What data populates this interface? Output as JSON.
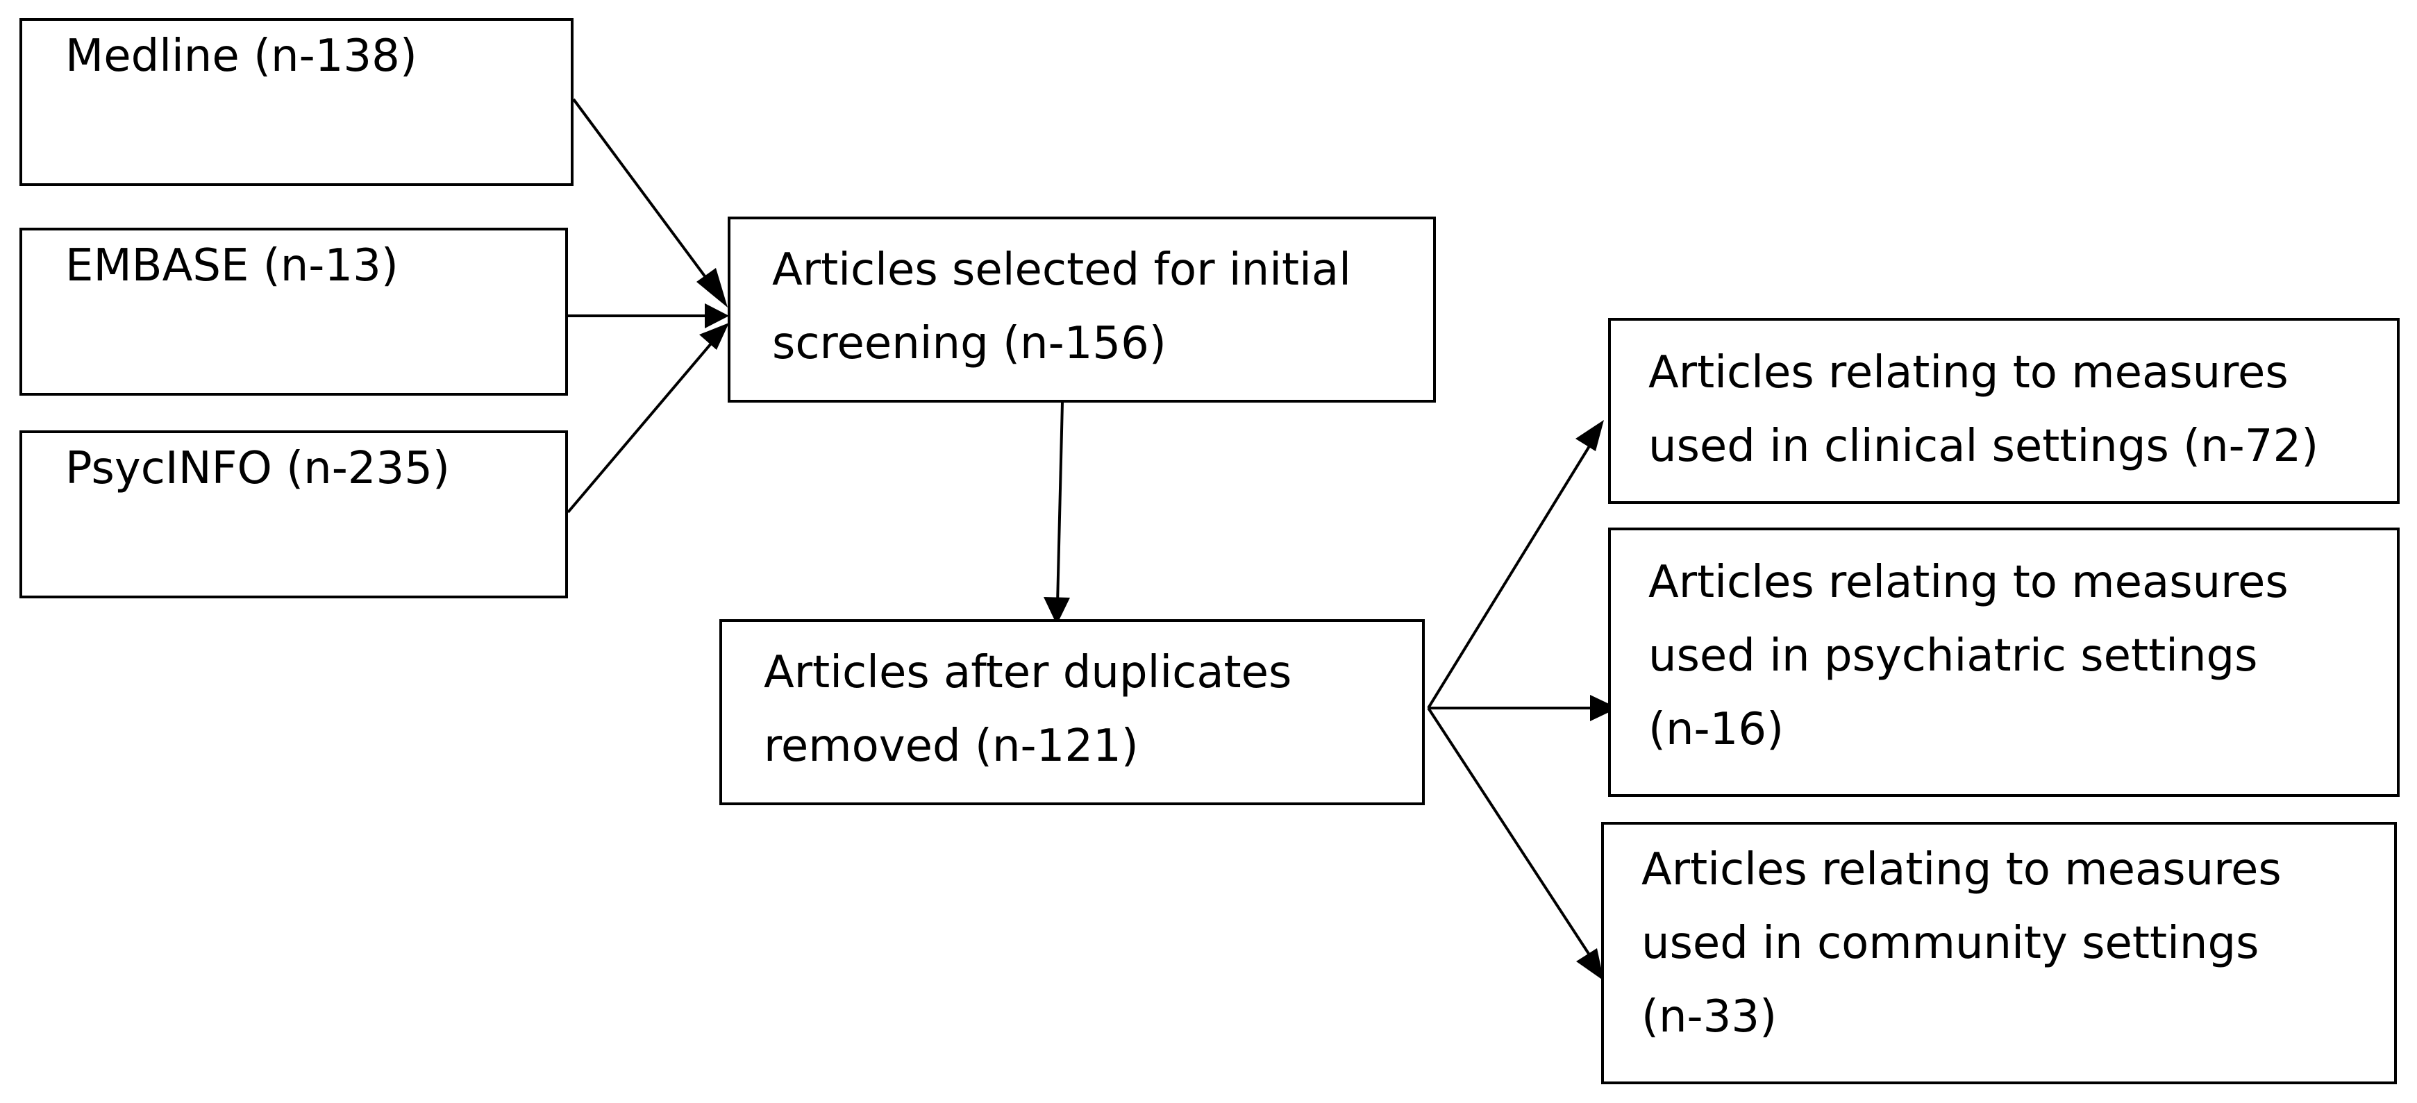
{
  "sources": [
    {
      "id": "medline",
      "label": "Medline (n-138)"
    },
    {
      "id": "embase",
      "label": "EMBASE (n-13)"
    },
    {
      "id": "psycinfo",
      "label": "PsycINFO (n-235)"
    }
  ],
  "screening": {
    "lines": [
      "Articles selected for initial",
      "screening (n-156)"
    ]
  },
  "deduplicated": {
    "lines": [
      "Articles after duplicates",
      "removed (n-121)"
    ]
  },
  "outcomes": [
    {
      "id": "clinical",
      "lines": [
        "Articles relating to measures",
        "used in clinical settings (n-72)"
      ]
    },
    {
      "id": "psychiatric",
      "lines": [
        "Articles relating to measures",
        "used in psychiatric settings",
        "(n-16)"
      ]
    },
    {
      "id": "community",
      "lines": [
        "Articles relating to measures",
        "used in community settings",
        "(n-33)"
      ]
    }
  ]
}
